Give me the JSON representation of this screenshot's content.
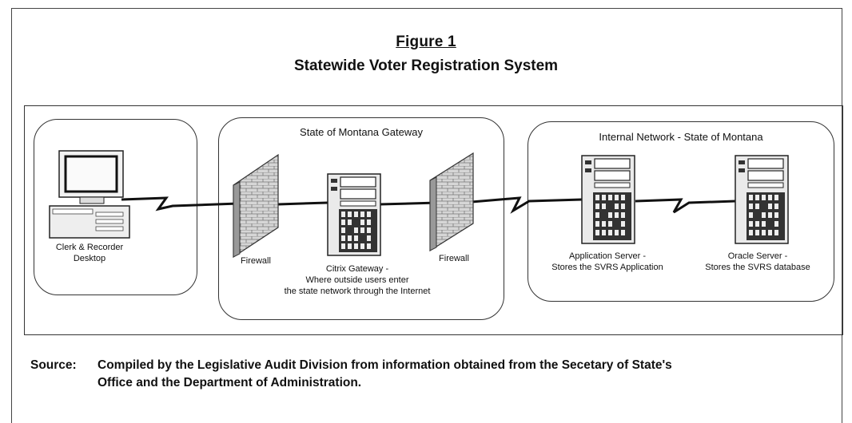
{
  "figure": {
    "number_label": "Figure 1",
    "title": "Statewide Voter Registration System"
  },
  "zones": {
    "gateway_title": "State of Montana Gateway",
    "internal_title": "Internal Network - State of Montana"
  },
  "nodes": {
    "desktop": {
      "line1": "Clerk & Recorder",
      "line2": "Desktop",
      "icon": "desktop-computer-icon"
    },
    "firewall_left": {
      "label": "Firewall",
      "icon": "brick-wall-icon"
    },
    "citrix": {
      "line1": "Citrix Gateway -",
      "line2": "Where outside users enter",
      "line3": "the state network through the Internet",
      "icon": "server-tower-icon"
    },
    "firewall_right": {
      "label": "Firewall",
      "icon": "brick-wall-icon"
    },
    "app_server": {
      "line1": "Application Server -",
      "line2": "Stores the SVRS Application",
      "icon": "server-tower-icon"
    },
    "oracle_server": {
      "line1": "Oracle Server -",
      "line2": "Stores the SVRS database",
      "icon": "server-tower-icon"
    }
  },
  "source": {
    "label": "Source:",
    "line1": "Compiled by the Legislative Audit Division from information obtained from the Secetary of State's",
    "line2": "Office and the Department of Administration."
  }
}
